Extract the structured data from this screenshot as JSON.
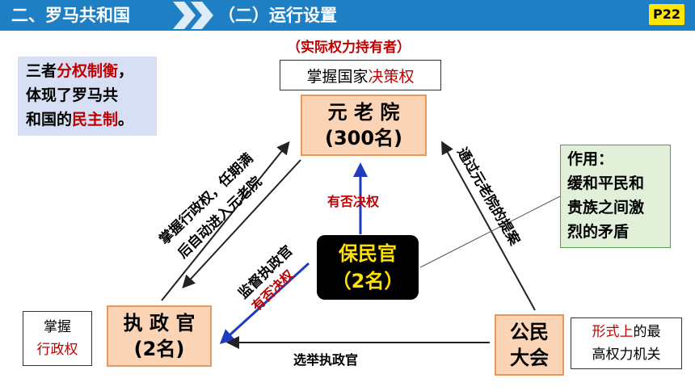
{
  "header": {
    "section": "二、罗马共和国",
    "subsection": "（二）运行设置",
    "page": "P22"
  },
  "summary": {
    "line1_a": "三者",
    "line1_b": "分权制衡",
    "line1_c": "，",
    "line2": "体现了罗马共",
    "line3_a": "和国的",
    "line3_b": "民主制",
    "line3_c": "。"
  },
  "senate": {
    "holder_label": "（实际权力持有者）",
    "power_a": "掌握国家",
    "power_b": "决策权",
    "name": "元 老 院",
    "count": "(300名)"
  },
  "tribune": {
    "name": "保民官",
    "count": "（2名）"
  },
  "consul": {
    "name": "执 政 官",
    "count": "(2名)",
    "power_line1": "掌握",
    "power_line2": "行政权"
  },
  "assembly": {
    "name_line1": "公民",
    "name_line2": "大会",
    "status_a": "形式上",
    "status_b": "的最",
    "status_line2": "高权力机关"
  },
  "function_box": {
    "title": "作用：",
    "line1": "缓和平民和",
    "line2": "贵族之间激",
    "line3": "烈的矛盾"
  },
  "arrows": {
    "veto_senate": "有否决权",
    "veto_consul": "有否决权",
    "elect_consul": "选举执政官",
    "supervise_consul": "监督执政官",
    "consul_to_senate_line1": "掌握行政权，任期满",
    "consul_to_senate_line2": "后自动进入元老院",
    "assembly_proposal": "通过元老院的提案"
  },
  "colors": {
    "header_bg": "#1e7fc4",
    "page_badge": "#ffe600",
    "emphasis_red": "#c00000",
    "org_box_fill": "#fbd3b5",
    "org_box_border": "#e8985a",
    "tribune_text": "#ffe200",
    "summary_fill": "#d6dff3",
    "function_fill": "#e2efd9",
    "veto_arrow": "#1f3cbf"
  }
}
